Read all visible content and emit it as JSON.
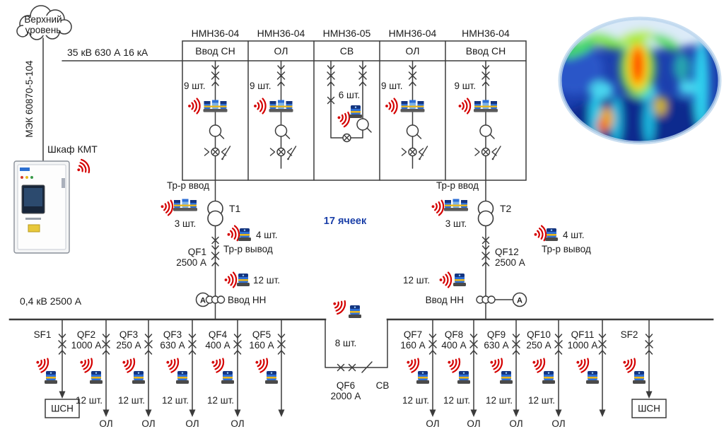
{
  "colors": {
    "line": "#3b3b3b",
    "signal_red": "#d40000",
    "blue_text": "#1a3fa8",
    "sensor_blue": "#2e6fd6"
  },
  "scada": {
    "cloud_line1": "Верхний",
    "cloud_line2": "уровень",
    "protocol": "МЭК 60870-5-104",
    "cabinet_label": "Шкаф КМТ"
  },
  "hv_bus": {
    "label": "35 кВ 630 А 16 кА"
  },
  "switchgear": {
    "cells_count_label": "17 ячеек",
    "cells": [
      {
        "model": "НМН36-04",
        "type": "Ввод СН",
        "qty": "9 шт."
      },
      {
        "model": "НМН36-04",
        "type": "ОЛ",
        "qty": "9 шт."
      },
      {
        "model": "НМН36-05",
        "type": "СВ",
        "qty": "6 шт."
      },
      {
        "model": "НМН36-04",
        "type": "ОЛ",
        "qty": "9 шт."
      },
      {
        "model": "НМН36-04",
        "type": "Ввод СН",
        "qty": "9 шт."
      }
    ]
  },
  "transformers": [
    {
      "name": "Т1",
      "input_label": "Тр-р ввод",
      "input_qty": "3 шт.",
      "output_label": "Тр-р вывод",
      "output_qty": "4 шт.",
      "breaker": "QF1",
      "breaker_rating": "2500 А",
      "lv_qty": "12 шт.",
      "lv_label": "Ввод НН",
      "ammeter": "A"
    },
    {
      "name": "Т2",
      "input_label": "Тр-р ввод",
      "input_qty": "3 шт.",
      "output_label": "Тр-р вывод",
      "output_qty": "4 шт.",
      "breaker": "QF12",
      "breaker_rating": "2500 А",
      "lv_qty": "12 шт.",
      "lv_label": "Ввод НН",
      "ammeter": "A"
    }
  ],
  "lv_bus": {
    "label": "0,4 кВ 2500 А"
  },
  "bus_tie": {
    "qty": "8 шт.",
    "breaker": "QF6",
    "rating": "2000 А",
    "type": "СВ"
  },
  "feeders_left": [
    {
      "name": "SF1",
      "dest": "ШСН"
    },
    {
      "name": "QF2",
      "rating": "1000 А",
      "qty": "12 шт.",
      "dest": "ОЛ"
    },
    {
      "name": "QF3",
      "rating": "250 А",
      "qty": "12 шт.",
      "dest": "ОЛ"
    },
    {
      "name": "QF3",
      "rating": "630 А",
      "qty": "12 шт.",
      "dest": "ОЛ"
    },
    {
      "name": "QF4",
      "rating": "400 А",
      "qty": "12 шт.",
      "dest": "ОЛ"
    },
    {
      "name": "QF5",
      "rating": "160 А"
    }
  ],
  "feeders_right": [
    {
      "name": "QF7",
      "rating": "160 А",
      "qty": "12 шт.",
      "dest": "ОЛ"
    },
    {
      "name": "QF8",
      "rating": "400 А",
      "qty": "12 шт.",
      "dest": "ОЛ"
    },
    {
      "name": "QF9",
      "rating": "630 А",
      "qty": "12 шт.",
      "dest": "ОЛ"
    },
    {
      "name": "QF10",
      "rating": "250 А",
      "qty": "12 шт.",
      "dest": "ОЛ"
    },
    {
      "name": "QF11",
      "rating": "1000 А"
    },
    {
      "name": "SF2",
      "dest": "ШСН"
    }
  ]
}
